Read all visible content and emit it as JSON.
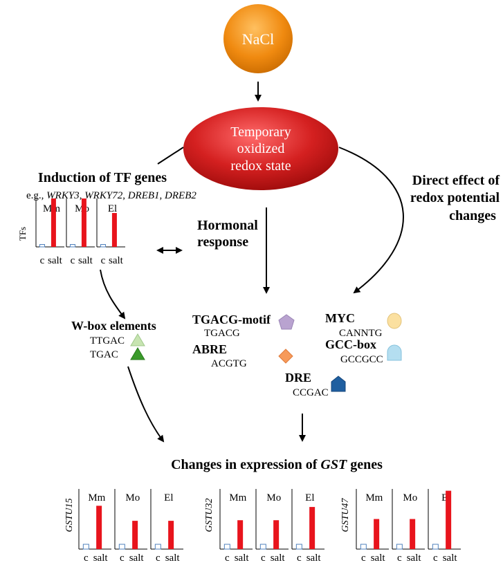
{
  "nodes": {
    "nacl": "NaCl",
    "redox_lines": [
      "Temporary",
      "oxidized",
      "redox state"
    ]
  },
  "induction": {
    "title": "Induction of TF genes",
    "eg_prefix": "e.g., ",
    "genes": [
      "WRKY3",
      "WRKY72",
      "DREB1",
      "DREB2"
    ],
    "sep": ", "
  },
  "hormonal": [
    "Hormonal",
    "response"
  ],
  "direct": [
    "Direct effect of",
    "redox potential",
    "changes"
  ],
  "wbox": {
    "title": "W-box elements",
    "seq1": "TTGAC",
    "seq2": "TGAC"
  },
  "motifs": {
    "tgacg": {
      "title": "TGACG-motif",
      "seq": "TGACG"
    },
    "abre": {
      "title": "ABRE",
      "seq": "ACGTG"
    },
    "dre": {
      "title": "DRE",
      "seq": "CCGAC"
    },
    "myc": {
      "title": "MYC",
      "seq": "CANNTG"
    },
    "gcc": {
      "title": "GCC-box",
      "seq": "GCCGCC"
    }
  },
  "changes": {
    "prefix": "Changes in expression of ",
    "gene": "GST",
    "suffix": " genes"
  },
  "colors": {
    "nacl_fill": "#f08a10",
    "redox_fill": "#d42020",
    "bar_salt": "#e8141c",
    "bar_c_outline": "#4f81bd",
    "w1": "#c7e4b1",
    "w2": "#3a9a2a",
    "tgacg": "#b9a3d0",
    "abre": "#f79a5a",
    "dre": "#1f5fa0",
    "myc": "#fbe0a0",
    "gcc": "#b4def0"
  },
  "chart_data": [
    {
      "type": "bar",
      "ylabel": "TFs",
      "categories": [
        "c",
        "salt"
      ],
      "panels": [
        {
          "name": "Mm",
          "values": [
            0.05,
            1.0
          ]
        },
        {
          "name": "Mo",
          "values": [
            0.05,
            1.0
          ]
        },
        {
          "name": "El",
          "values": [
            0.05,
            0.7
          ]
        }
      ]
    },
    {
      "type": "bar",
      "ylabel": "GSTU15",
      "categories": [
        "c",
        "salt"
      ],
      "panels": [
        {
          "name": "Mm",
          "values": [
            0.08,
            0.72
          ]
        },
        {
          "name": "Mo",
          "values": [
            0.08,
            0.47
          ]
        },
        {
          "name": "El",
          "values": [
            0.08,
            0.47
          ]
        }
      ]
    },
    {
      "type": "bar",
      "ylabel": "GSTU32",
      "categories": [
        "c",
        "salt"
      ],
      "panels": [
        {
          "name": "Mm",
          "values": [
            0.08,
            0.48
          ]
        },
        {
          "name": "Mo",
          "values": [
            0.08,
            0.48
          ]
        },
        {
          "name": "El",
          "values": [
            0.08,
            0.7
          ]
        }
      ]
    },
    {
      "type": "bar",
      "ylabel": "GSTU47",
      "categories": [
        "c",
        "salt"
      ],
      "panels": [
        {
          "name": "Mm",
          "values": [
            0.08,
            0.5
          ]
        },
        {
          "name": "Mo",
          "values": [
            0.08,
            0.5
          ]
        },
        {
          "name": "El",
          "values": [
            0.08,
            0.97
          ]
        }
      ]
    }
  ]
}
